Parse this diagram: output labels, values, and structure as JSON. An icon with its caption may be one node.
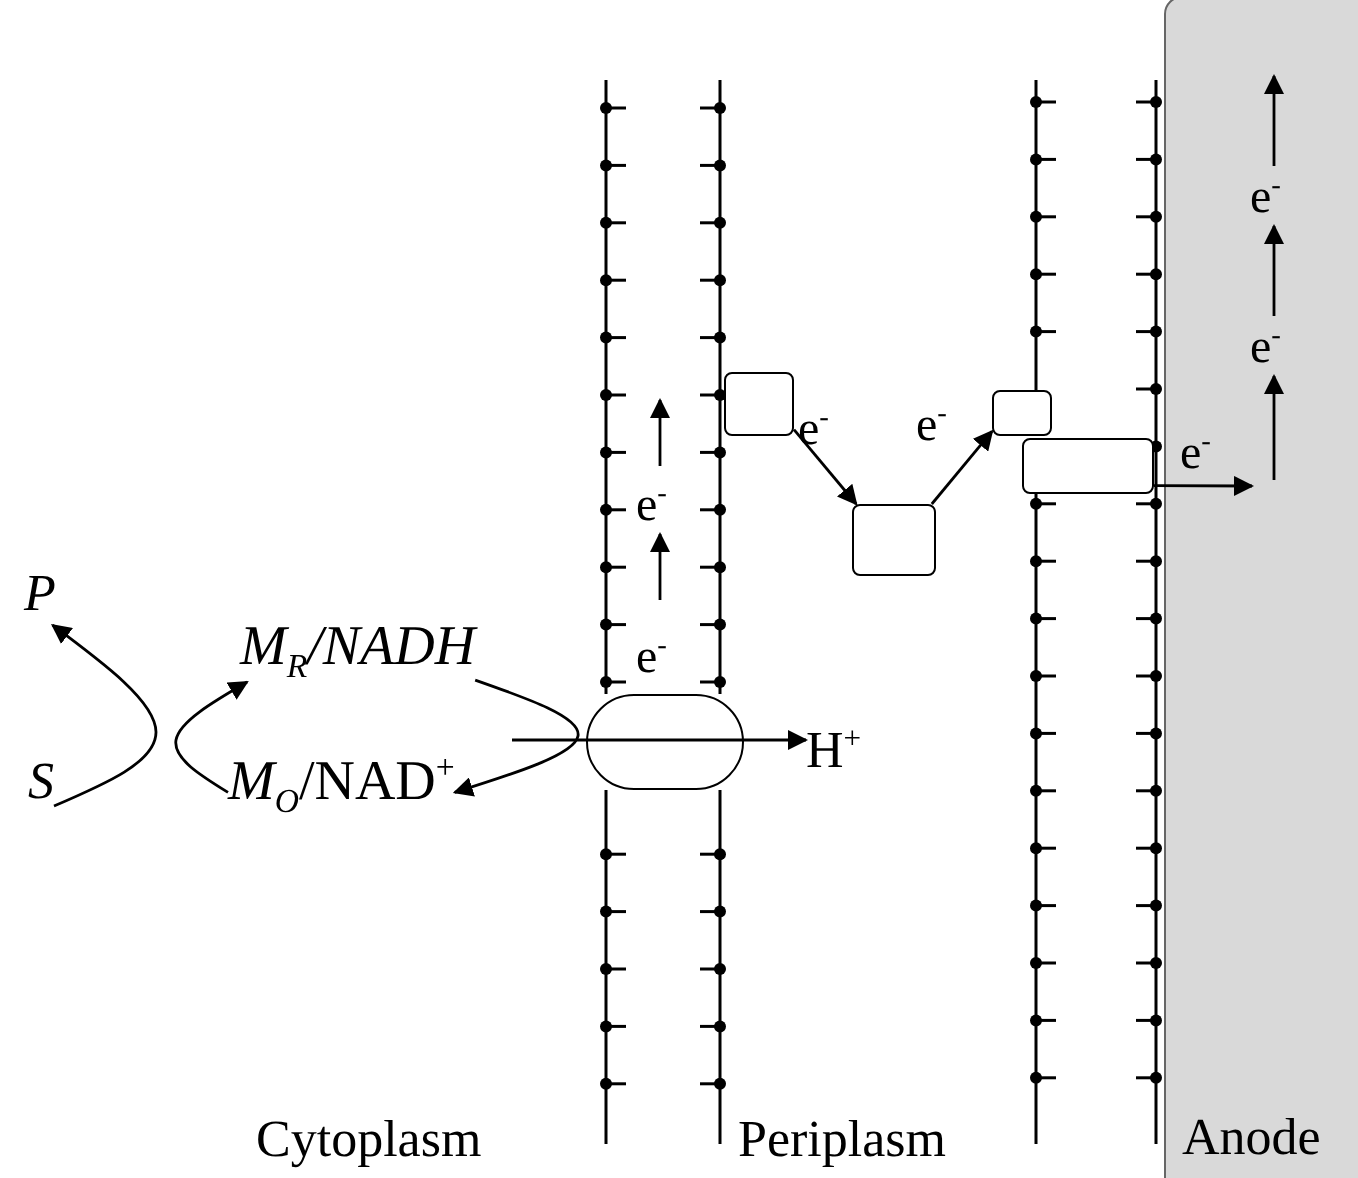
{
  "diagram": {
    "nodes": [
      {
        "text": [
          "P"
        ]
      },
      {
        "text": [
          "S"
        ]
      },
      {
        "text": [
          "M$_{R}$/NADH"
        ]
      },
      {
        "text": [
          "*M*$_{O}$/NAD$^{+}$"
        ]
      },
      {
        "text": [],
        "shape": "ellipse"
      },
      {
        "text": [
          "H$^{+}$"
        ]
      },
      {
        "text": [],
        "shape": "box"
      },
      {
        "text": [],
        "shape": "box"
      },
      {
        "text": [],
        "shape": "box"
      },
      {
        "text": [],
        "shape": "box"
      },
      {
        "text": [
          "Anode"
        ]
      }
    ],
    "edges": [
      {
        "from": 1,
        "to": 0,
        "arrow": "to"
      },
      {
        "from": 3,
        "to": 2,
        "arrow": "to"
      },
      {
        "from": 2,
        "to": 3,
        "arrow": "to"
      },
      {
        "from": null,
        "to": 5,
        "arrow": "to"
      },
      {
        "from": 6,
        "to": 7,
        "arrow": "to",
        "label": "e$^{-}$"
      },
      {
        "from": 7,
        "to": 8,
        "arrow": "to",
        "label": "e$^{-}$"
      },
      {
        "from": 9,
        "to": 10,
        "arrow": "to",
        "label": "e$^{-}$"
      }
    ],
    "labels": [
      "e$^{-}$",
      "e$^{-}$",
      "e$^{-}$",
      "e$^{-}$",
      "Cytoplasm",
      "Periplasm"
    ]
  }
}
